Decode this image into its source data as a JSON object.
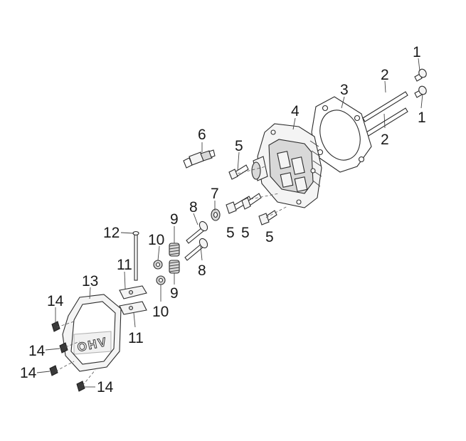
{
  "callouts": {
    "c1a": "1",
    "c1b": "1",
    "c2a": "2",
    "c2b": "2",
    "c3": "3",
    "c4": "4",
    "c5a": "5",
    "c5b": "5",
    "c5c": "5",
    "c5d": "5",
    "c6": "6",
    "c7": "7",
    "c8a": "8",
    "c8b": "8",
    "c9a": "9",
    "c9b": "9",
    "c10a": "10",
    "c10b": "10",
    "c11a": "11",
    "c11b": "11",
    "c12": "12",
    "c13": "13",
    "c14a": "14",
    "c14b": "14",
    "c14c": "14",
    "c14d": "14"
  },
  "cover_logo": "OHV"
}
